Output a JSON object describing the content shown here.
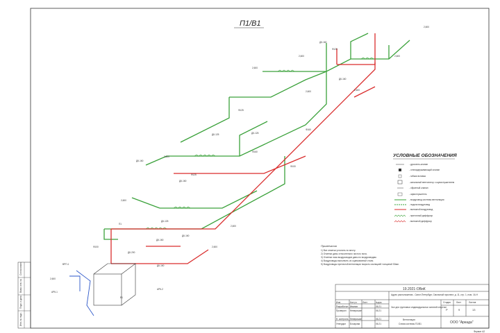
{
  "drawing": {
    "title": "П1/В1",
    "page_format": "Формат А2"
  },
  "legend": {
    "title": "УСЛОВНЫЕ ОБОЗНАЧЕНИЯ",
    "items": [
      "- дроссель-клапан",
      "- огнезадерживающий клапан",
      "- гибкая вставка",
      "- канальный вентилятор с шумоглушителем",
      "- обратный клапан",
      "- шумоглушитель",
      "- воздуховод системы вентиляции",
      "- подача воздуховод",
      "- вытяжной воздуховод",
      "- приточный диффузор",
      "- вытяжной диффузор"
    ]
  },
  "notes": {
    "title": "Примечания",
    "lines": [
      "1) Все отметки уточнить по месту.",
      "2) Отметки даны относительно чистого пола.",
      "3) Отметки низа воздуховодов даны по воздуховодам.",
      "4) Воздуховоды выполнить из оцинкованной стали.",
      "5) Воздуховоды приточной вентиляции покрыть изоляцией толщиной 30мм."
    ]
  },
  "labels": {
    "elevations": [
      "2,600",
      "2,600",
      "2,600",
      "2,600",
      "2,600",
      "2,600",
      "2,600",
      "2,600",
      "2,600",
      "2,600",
      "2,600"
    ],
    "ducts_top": [
      "ДК-160",
      "ДК-160",
      "ДК-160",
      "Ф125",
      "Ф125",
      "Ф125"
    ],
    "ducts_mid": [
      "ДК-125",
      "ДК-125",
      "ДК-125",
      "ДК-160",
      "Ф160",
      "Ф160"
    ],
    "ducts_low": [
      "ДК-160",
      "ДК-200",
      "ДК-160",
      "ДК-160",
      "Ф100",
      "Ф100"
    ],
    "equipment": [
      "ВРП-1",
      "АРК-1",
      "АРК-2",
      "П1",
      "В1"
    ]
  },
  "title_block": {
    "code": "19.2021-ОВиК",
    "address": "Адрес расположения - Санкт-Петербург, Смольный проспект, д. 11, стр. 1, пом. 16-Н",
    "project": "Зал для групповых индивидуальных занятий спортом",
    "stage_header": "Стадия",
    "sheet_header": "Лист",
    "sheets_header": "Листов",
    "stage": "Р",
    "sheet": "9",
    "sheets": "13",
    "section": "Вентиляция",
    "sheet_name": "Схема системы П1/В1",
    "company": "ООО \"Аркада\"",
    "rows": [
      {
        "role": "Изм.",
        "name": "Кол.уч.",
        "sign": "Лист",
        "date": "№док."
      },
      {
        "role": "Разработал",
        "name": "Иванов",
        "sign": "",
        "date": "06.21"
      },
      {
        "role": "Проверил",
        "name": "Неверишин",
        "sign": "",
        "date": "06.21"
      },
      {
        "role": "Н. контроль",
        "name": "Неверишин",
        "sign": "",
        "date": "06.21"
      },
      {
        "role": "Утвердил",
        "name": "Бочарова",
        "sign": "",
        "date": "06.21"
      }
    ]
  },
  "side_stamp": [
    "Инв. № подл.",
    "Подп. и дата",
    "Взам. инв. №",
    "Согласовано"
  ],
  "colors": {
    "supply": "#3aa13a",
    "exhaust": "#d92b2b",
    "frame": "#333333",
    "equipment": "#2a55c8"
  }
}
